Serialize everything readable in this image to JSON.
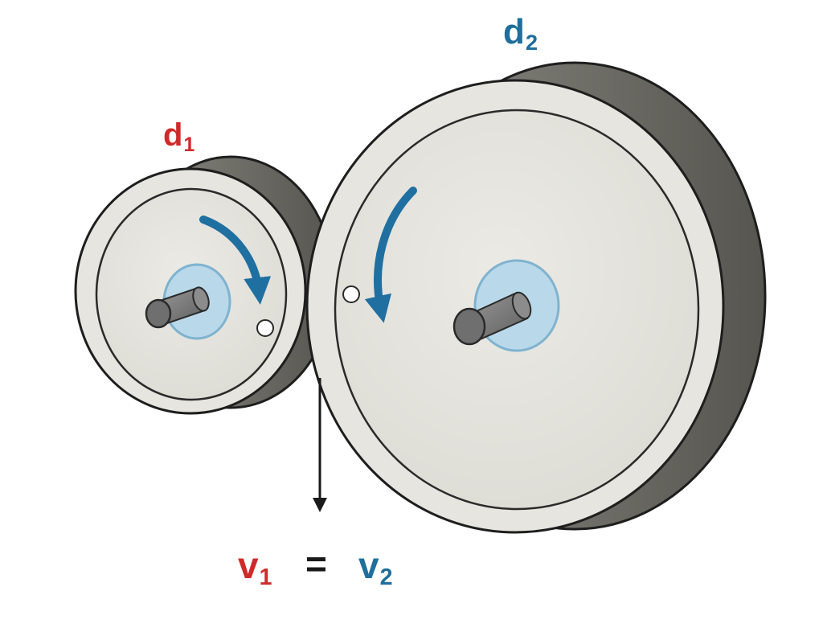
{
  "labels": {
    "d1": {
      "main": "d",
      "sub": "1"
    },
    "d2": {
      "main": "d",
      "sub": "2"
    }
  },
  "equation": {
    "left": {
      "main": "v",
      "sub": "1"
    },
    "operator": "=",
    "right": {
      "main": "v",
      "sub": "2"
    }
  },
  "colors": {
    "red": "#cf2a2a",
    "blue": "#1f6e9c",
    "arrow": "#1f6fa0",
    "face": "#e7e6e0",
    "rim": "#5f5e58",
    "outline": "#1e1e1e",
    "axle": "#7d7d7d",
    "hub": "#b9d9ea"
  },
  "icons": {
    "small_wheel_arrow": "clockwise-arrow-icon",
    "large_wheel_arrow": "counterclockwise-arrow-icon",
    "velocity_arrow": "down-arrow-icon"
  }
}
